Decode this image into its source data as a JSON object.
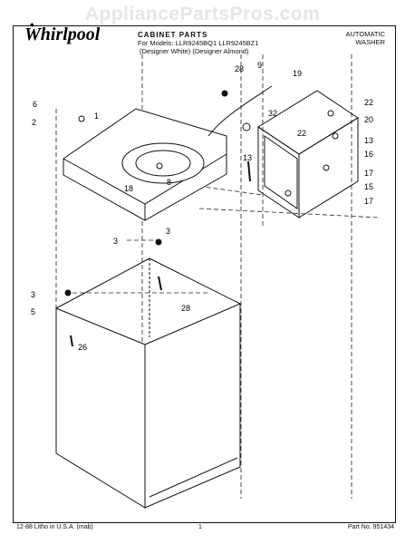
{
  "watermark": "AppliancePartsPros.com",
  "brand": {
    "logo_text": "Whirlpool"
  },
  "header": {
    "title": "CABINET PARTS",
    "models": "For Models: LLR9245BQ1  LLR9245BZ1",
    "variants": "(Designer White)  (Designer Almond)",
    "product_line1": "AUTOMATIC",
    "product_line2": "WASHER"
  },
  "callouts": [
    "1",
    "2",
    "3",
    "3",
    "3",
    "5",
    "6",
    "8",
    "9",
    "13",
    "13",
    "15",
    "16",
    "17",
    "17",
    "18",
    "19",
    "20",
    "22",
    "22",
    "26",
    "28",
    "28",
    "32"
  ],
  "footer": {
    "left": "12-88 Litho in U.S.A. (mab)",
    "page": "1",
    "part_no": "Part No. 951434"
  }
}
